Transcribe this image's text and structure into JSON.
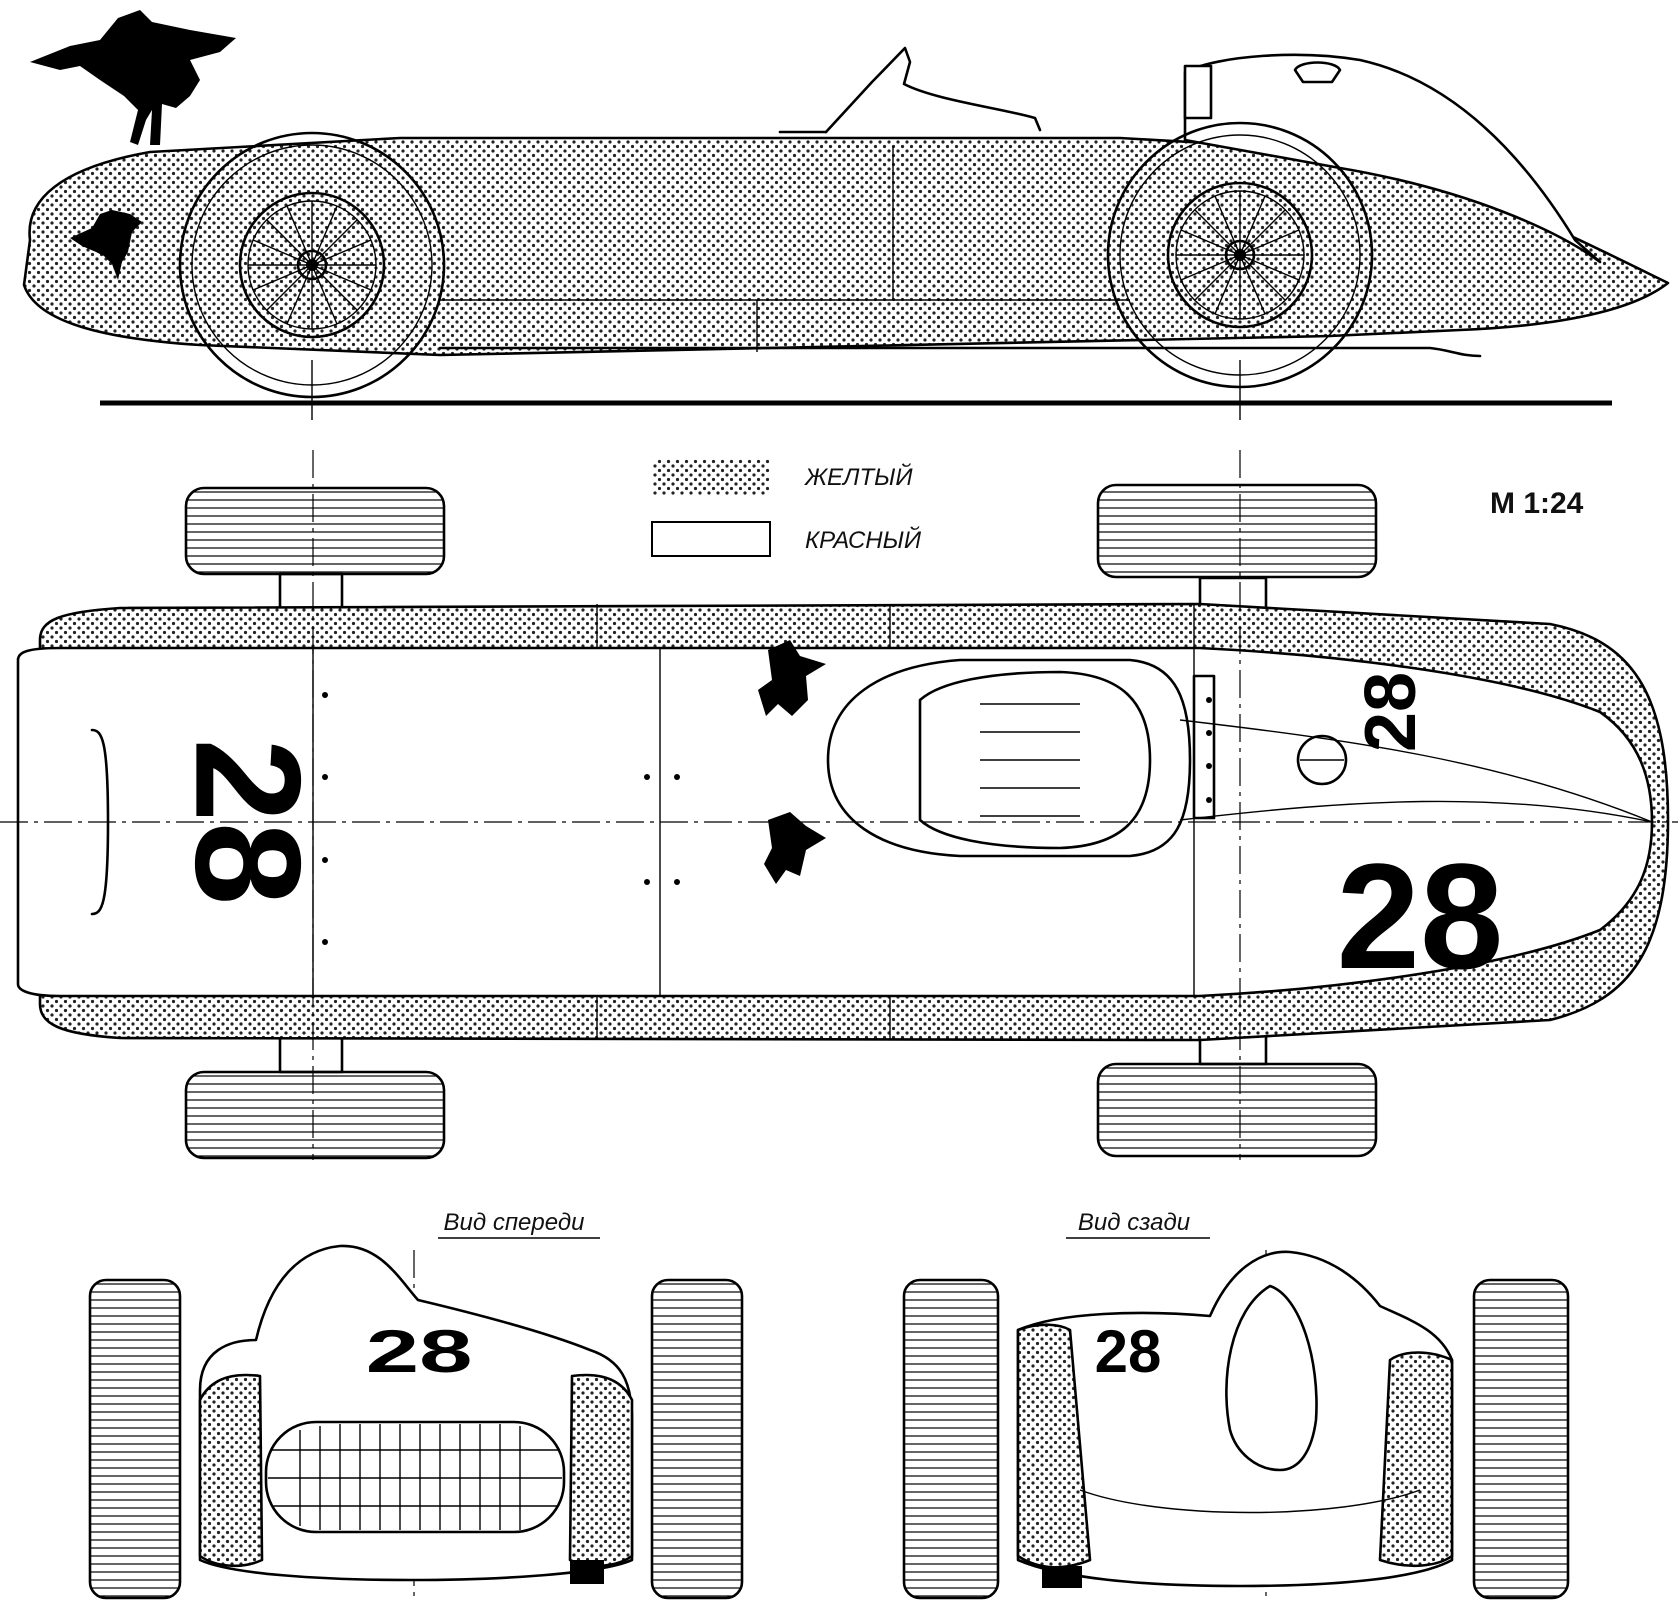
{
  "legend": {
    "yellow_label": "ЖЕЛТЫЙ",
    "red_label": "КРАСНЫЙ"
  },
  "scale_label": "M 1:24",
  "views": {
    "front_title": "Вид спереди",
    "rear_title": "Вид сзади"
  },
  "car_number": "28"
}
